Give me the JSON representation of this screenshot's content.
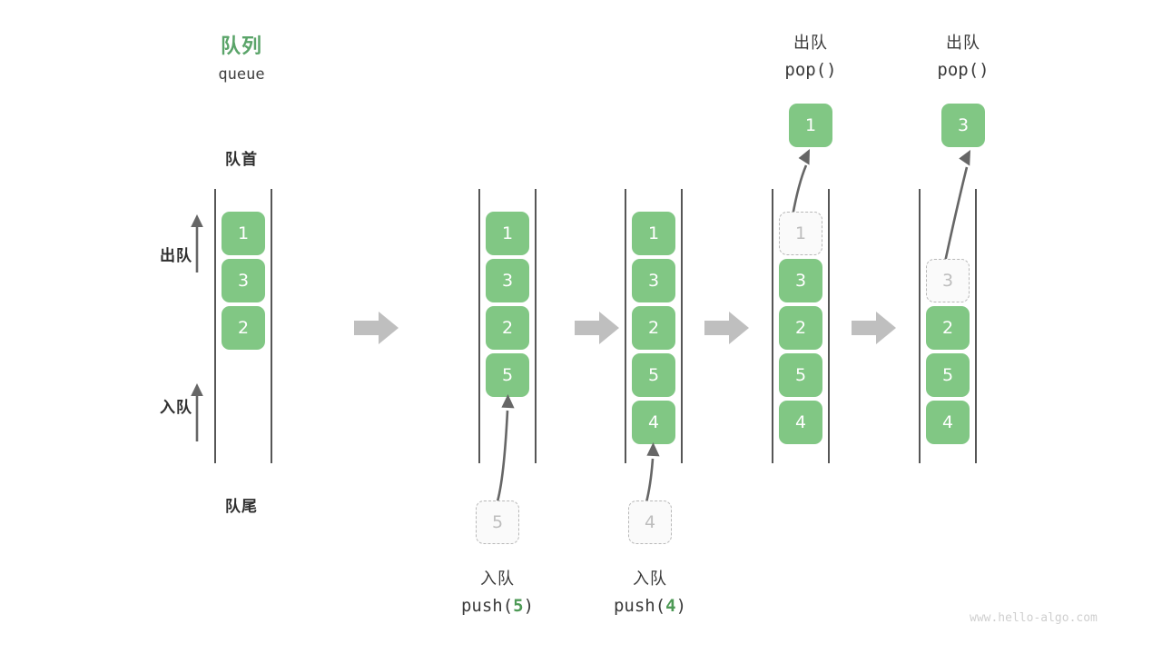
{
  "watermark": "www.hello-algo.com",
  "header": {
    "title_cn": "队列",
    "title_code": "queue",
    "front_label": "队首",
    "rear_label": "队尾",
    "dequeue_label": "出队",
    "enqueue_label": "入队"
  },
  "colors": {
    "node_fill": "#81c784",
    "node_text": "#ffffff",
    "ghost_fill": "#fafafa",
    "ghost_text": "#bdbdbd",
    "ghost_border": "#b8b8b8",
    "accent_green": "#5aa469",
    "rail": "#565656",
    "arrow_gray": "#666666",
    "step_arrow": "#bfbfbf",
    "watermark": "#cfcfcf",
    "background": "#ffffff"
  },
  "chart_data": {
    "type": "diagram",
    "title": "队列 queue — 入队 / 出队 操作示意图",
    "steps": [
      {
        "id": "step-1",
        "caption_cn": "",
        "caption_code": "",
        "queue": [
          "1",
          "3",
          "2"
        ],
        "ghost_index": null,
        "popped": null,
        "pushed": null
      },
      {
        "id": "step-2",
        "caption_cn": "入队",
        "caption_code": "push(5)",
        "caption_code_prefix": "push(",
        "caption_code_num": "5",
        "caption_code_suffix": ")",
        "queue": [
          "1",
          "3",
          "2",
          "5"
        ],
        "ghost_index": null,
        "popped": null,
        "pushed": "5"
      },
      {
        "id": "step-3",
        "caption_cn": "入队",
        "caption_code": "push(4)",
        "caption_code_prefix": "push(",
        "caption_code_num": "4",
        "caption_code_suffix": ")",
        "queue": [
          "1",
          "3",
          "2",
          "5",
          "4"
        ],
        "ghost_index": null,
        "popped": null,
        "pushed": "4"
      },
      {
        "id": "step-4",
        "caption_cn": "出队",
        "caption_code": "pop()",
        "queue": [
          "1",
          "3",
          "2",
          "5",
          "4"
        ],
        "ghost_index": 0,
        "popped": "1",
        "pushed": null
      },
      {
        "id": "step-5",
        "caption_cn": "出队",
        "caption_code": "pop()",
        "queue": [
          "",
          "3",
          "2",
          "5",
          "4"
        ],
        "ghost_index": 1,
        "popped": "3",
        "pushed": null
      }
    ]
  },
  "steps": {
    "s1": {
      "n0": "1",
      "n1": "3",
      "n2": "2"
    },
    "s2": {
      "n0": "1",
      "n1": "3",
      "n2": "2",
      "n3": "5",
      "ghost": "5",
      "cap_cn": "入队",
      "cap_pre": "push(",
      "cap_num": "5",
      "cap_post": ")"
    },
    "s3": {
      "n0": "1",
      "n1": "3",
      "n2": "2",
      "n3": "5",
      "n4": "4",
      "ghost": "4",
      "cap_cn": "入队",
      "cap_pre": "push(",
      "cap_num": "4",
      "cap_post": ")"
    },
    "s4": {
      "g0": "1",
      "n1": "3",
      "n2": "2",
      "n3": "5",
      "n4": "4",
      "popped": "1",
      "cap_cn": "出队",
      "cap_code": "pop()"
    },
    "s5": {
      "g1": "3",
      "n2": "2",
      "n3": "5",
      "n4": "4",
      "popped": "3",
      "cap_cn": "出队",
      "cap_code": "pop()"
    }
  }
}
